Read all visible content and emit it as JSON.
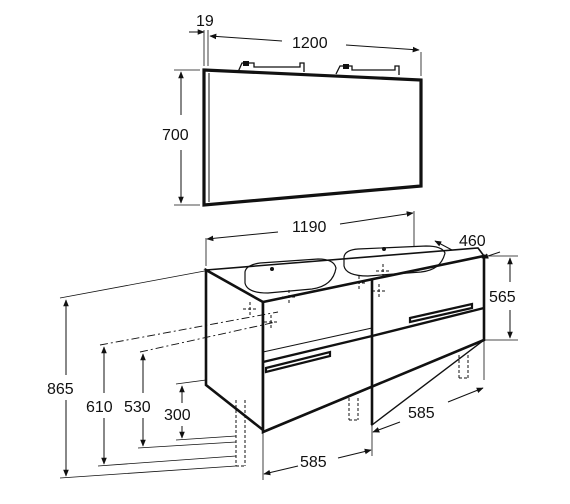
{
  "mirror": {
    "depth_label": "19",
    "width_label": "1200",
    "height_label": "700"
  },
  "vanity": {
    "width_label": "1190",
    "depth_label": "460",
    "body_height_label": "565",
    "total_height_label": "865",
    "drain_height_a_label": "610",
    "drain_height_b_label": "530",
    "leg_height_label": "300",
    "module_width_front_label": "585",
    "module_width_back_label": "585"
  }
}
